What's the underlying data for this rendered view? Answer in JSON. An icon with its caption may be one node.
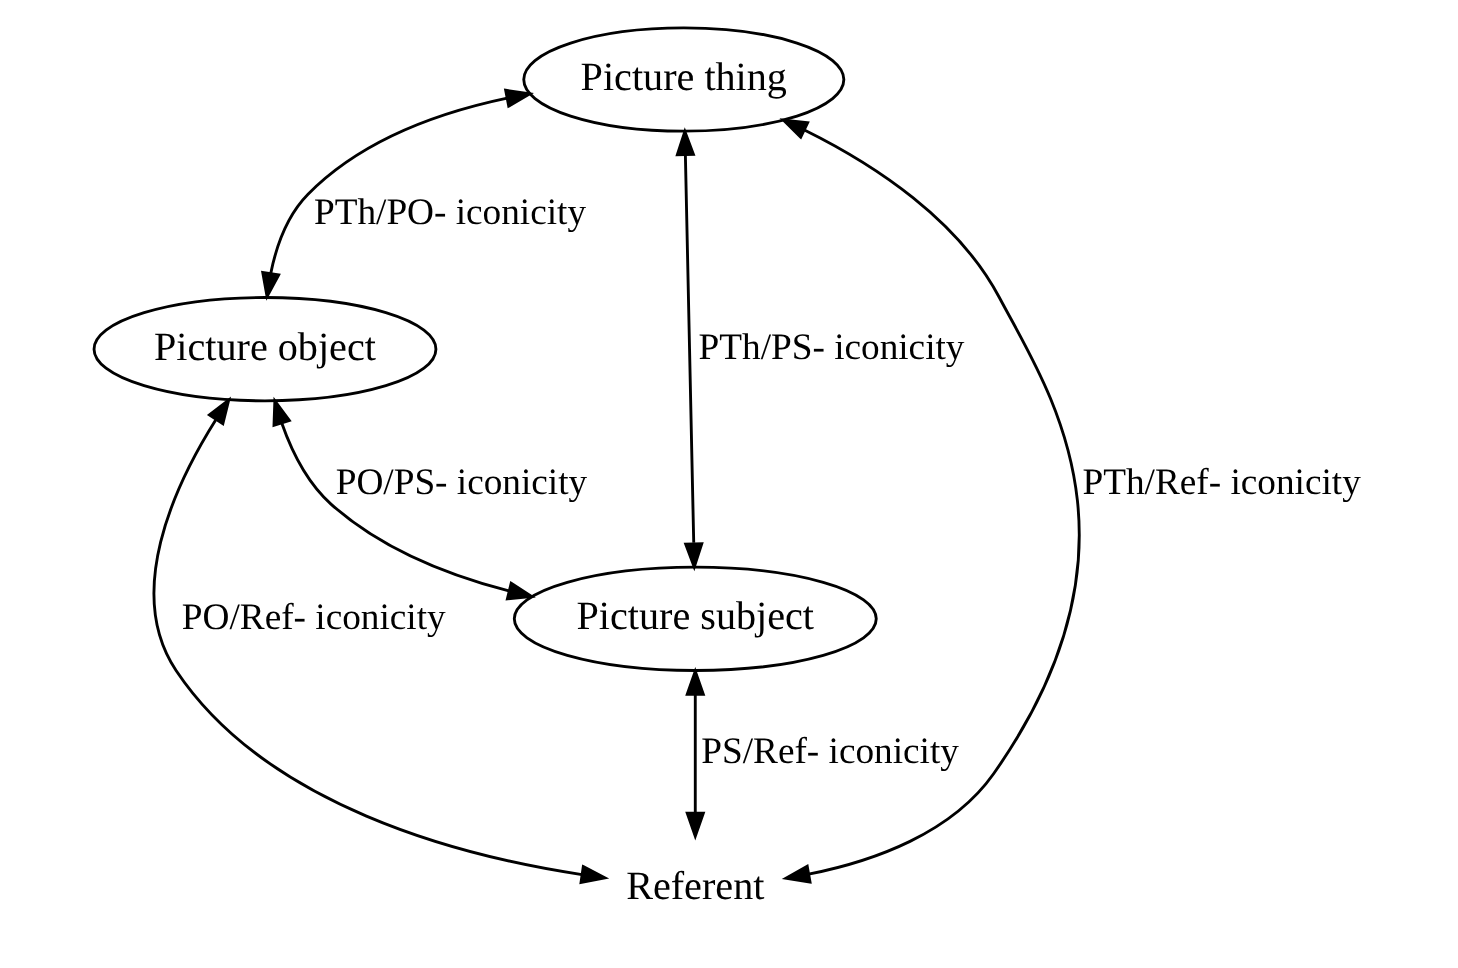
{
  "diagram": {
    "nodes": [
      {
        "text": [
          "Picture thing"
        ]
      },
      {
        "text": [
          "Picture object"
        ]
      },
      {
        "text": [
          "Picture subject"
        ]
      },
      {
        "text": [
          "Referent"
        ]
      }
    ],
    "edges": [
      {
        "from": 0,
        "to": 1,
        "arrow": "both",
        "label": "PTh/PO- iconicity"
      },
      {
        "from": 0,
        "to": 2,
        "arrow": "both",
        "label": "PTh/PS- iconicity"
      },
      {
        "from": 0,
        "to": 3,
        "arrow": "both",
        "label": "PTh/Ref- iconicity"
      },
      {
        "from": 1,
        "to": 3,
        "arrow": "both",
        "label": "PO/Ref- iconicity"
      },
      {
        "from": 1,
        "to": 2,
        "arrow": "both",
        "label": "PO/PS- iconicity"
      },
      {
        "from": 2,
        "to": 3,
        "arrow": "both",
        "label": "PS/Ref- iconicity"
      }
    ]
  }
}
